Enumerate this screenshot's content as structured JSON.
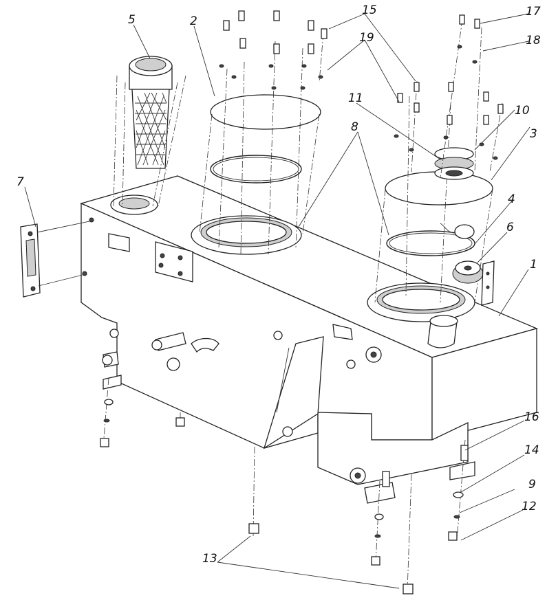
{
  "callouts": {
    "c1": "1",
    "c2": "2",
    "c3": "3",
    "c4": "4",
    "c5": "5",
    "c6": "6",
    "c7": "7",
    "c8": "8",
    "c9": "9",
    "c10": "10",
    "c11": "11",
    "c12": "12",
    "c13": "13",
    "c14": "14",
    "c15": "15",
    "c16": "16",
    "c17": "17",
    "c18": "18",
    "c19": "19"
  },
  "colors": {
    "line": "#222222",
    "background": "#ffffff",
    "watermark": "#bdbdbd"
  }
}
